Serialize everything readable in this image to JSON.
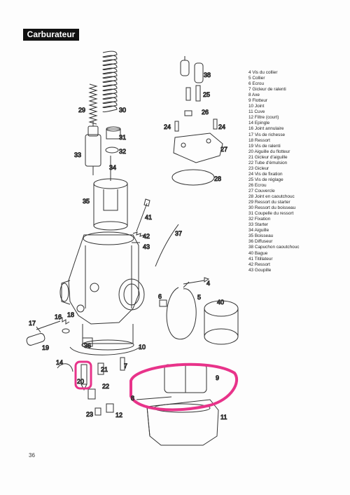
{
  "title": "Carburateur",
  "page_number": "36",
  "parts": [
    "4 Vis du collier",
    "5 Collier",
    "6 Ecrou",
    "7 Gicleur de ralenti",
    "8 Axe",
    "9 Flotteur",
    "10 Joint",
    "11 Cuve",
    "12 Filtre (court)",
    "14 Epingle",
    "16 Joint annulaire",
    "17 Vis de richesse",
    "18 Ressort",
    "19 Vis de ralenti",
    "20 Aiguille du flotteur",
    "21 Gicleur d'aiguille",
    "22 Tube d'émulsion",
    "23 Gicleur",
    "24 Vis de fixation",
    "25 Vis de réglage",
    "26 Ecrou",
    "27 Couvercle",
    "28 Joint en caoutchouc",
    "29 Ressort du starter",
    "30 Ressort du boisseau",
    "31 Coupelle du ressort",
    "32 Fixation",
    "33 Starter",
    "34 Aiguille",
    "35 Boisseau",
    "36 Diffuseur",
    "38 Capuchon caoutchouc",
    "40 Bague",
    "41 Titillateur",
    "42 Ressort",
    "43 Goupille"
  ],
  "callouts": {
    "c4": "4",
    "c5": "5",
    "c6": "6",
    "c7": "7",
    "c8": "8",
    "c9": "9",
    "c10": "10",
    "c11": "11",
    "c12": "12",
    "c14": "14",
    "c16": "16",
    "c17": "17",
    "c18": "18",
    "c19": "19",
    "c20": "20",
    "c21": "21",
    "c22": "22",
    "c23": "23",
    "c24a": "24",
    "c24b": "24",
    "c25": "25",
    "c26": "26",
    "c27": "27",
    "c28": "28",
    "c29": "29",
    "c30": "30",
    "c31": "31",
    "c32": "32",
    "c33": "33",
    "c34": "34",
    "c35": "35",
    "c36": "36",
    "c37": "37",
    "c38": "38",
    "c40": "40",
    "c41": "41",
    "c42": "42",
    "c43": "43"
  },
  "colors": {
    "highlight": "#e8338a",
    "line": "#333333",
    "title_bg": "#111111"
  }
}
